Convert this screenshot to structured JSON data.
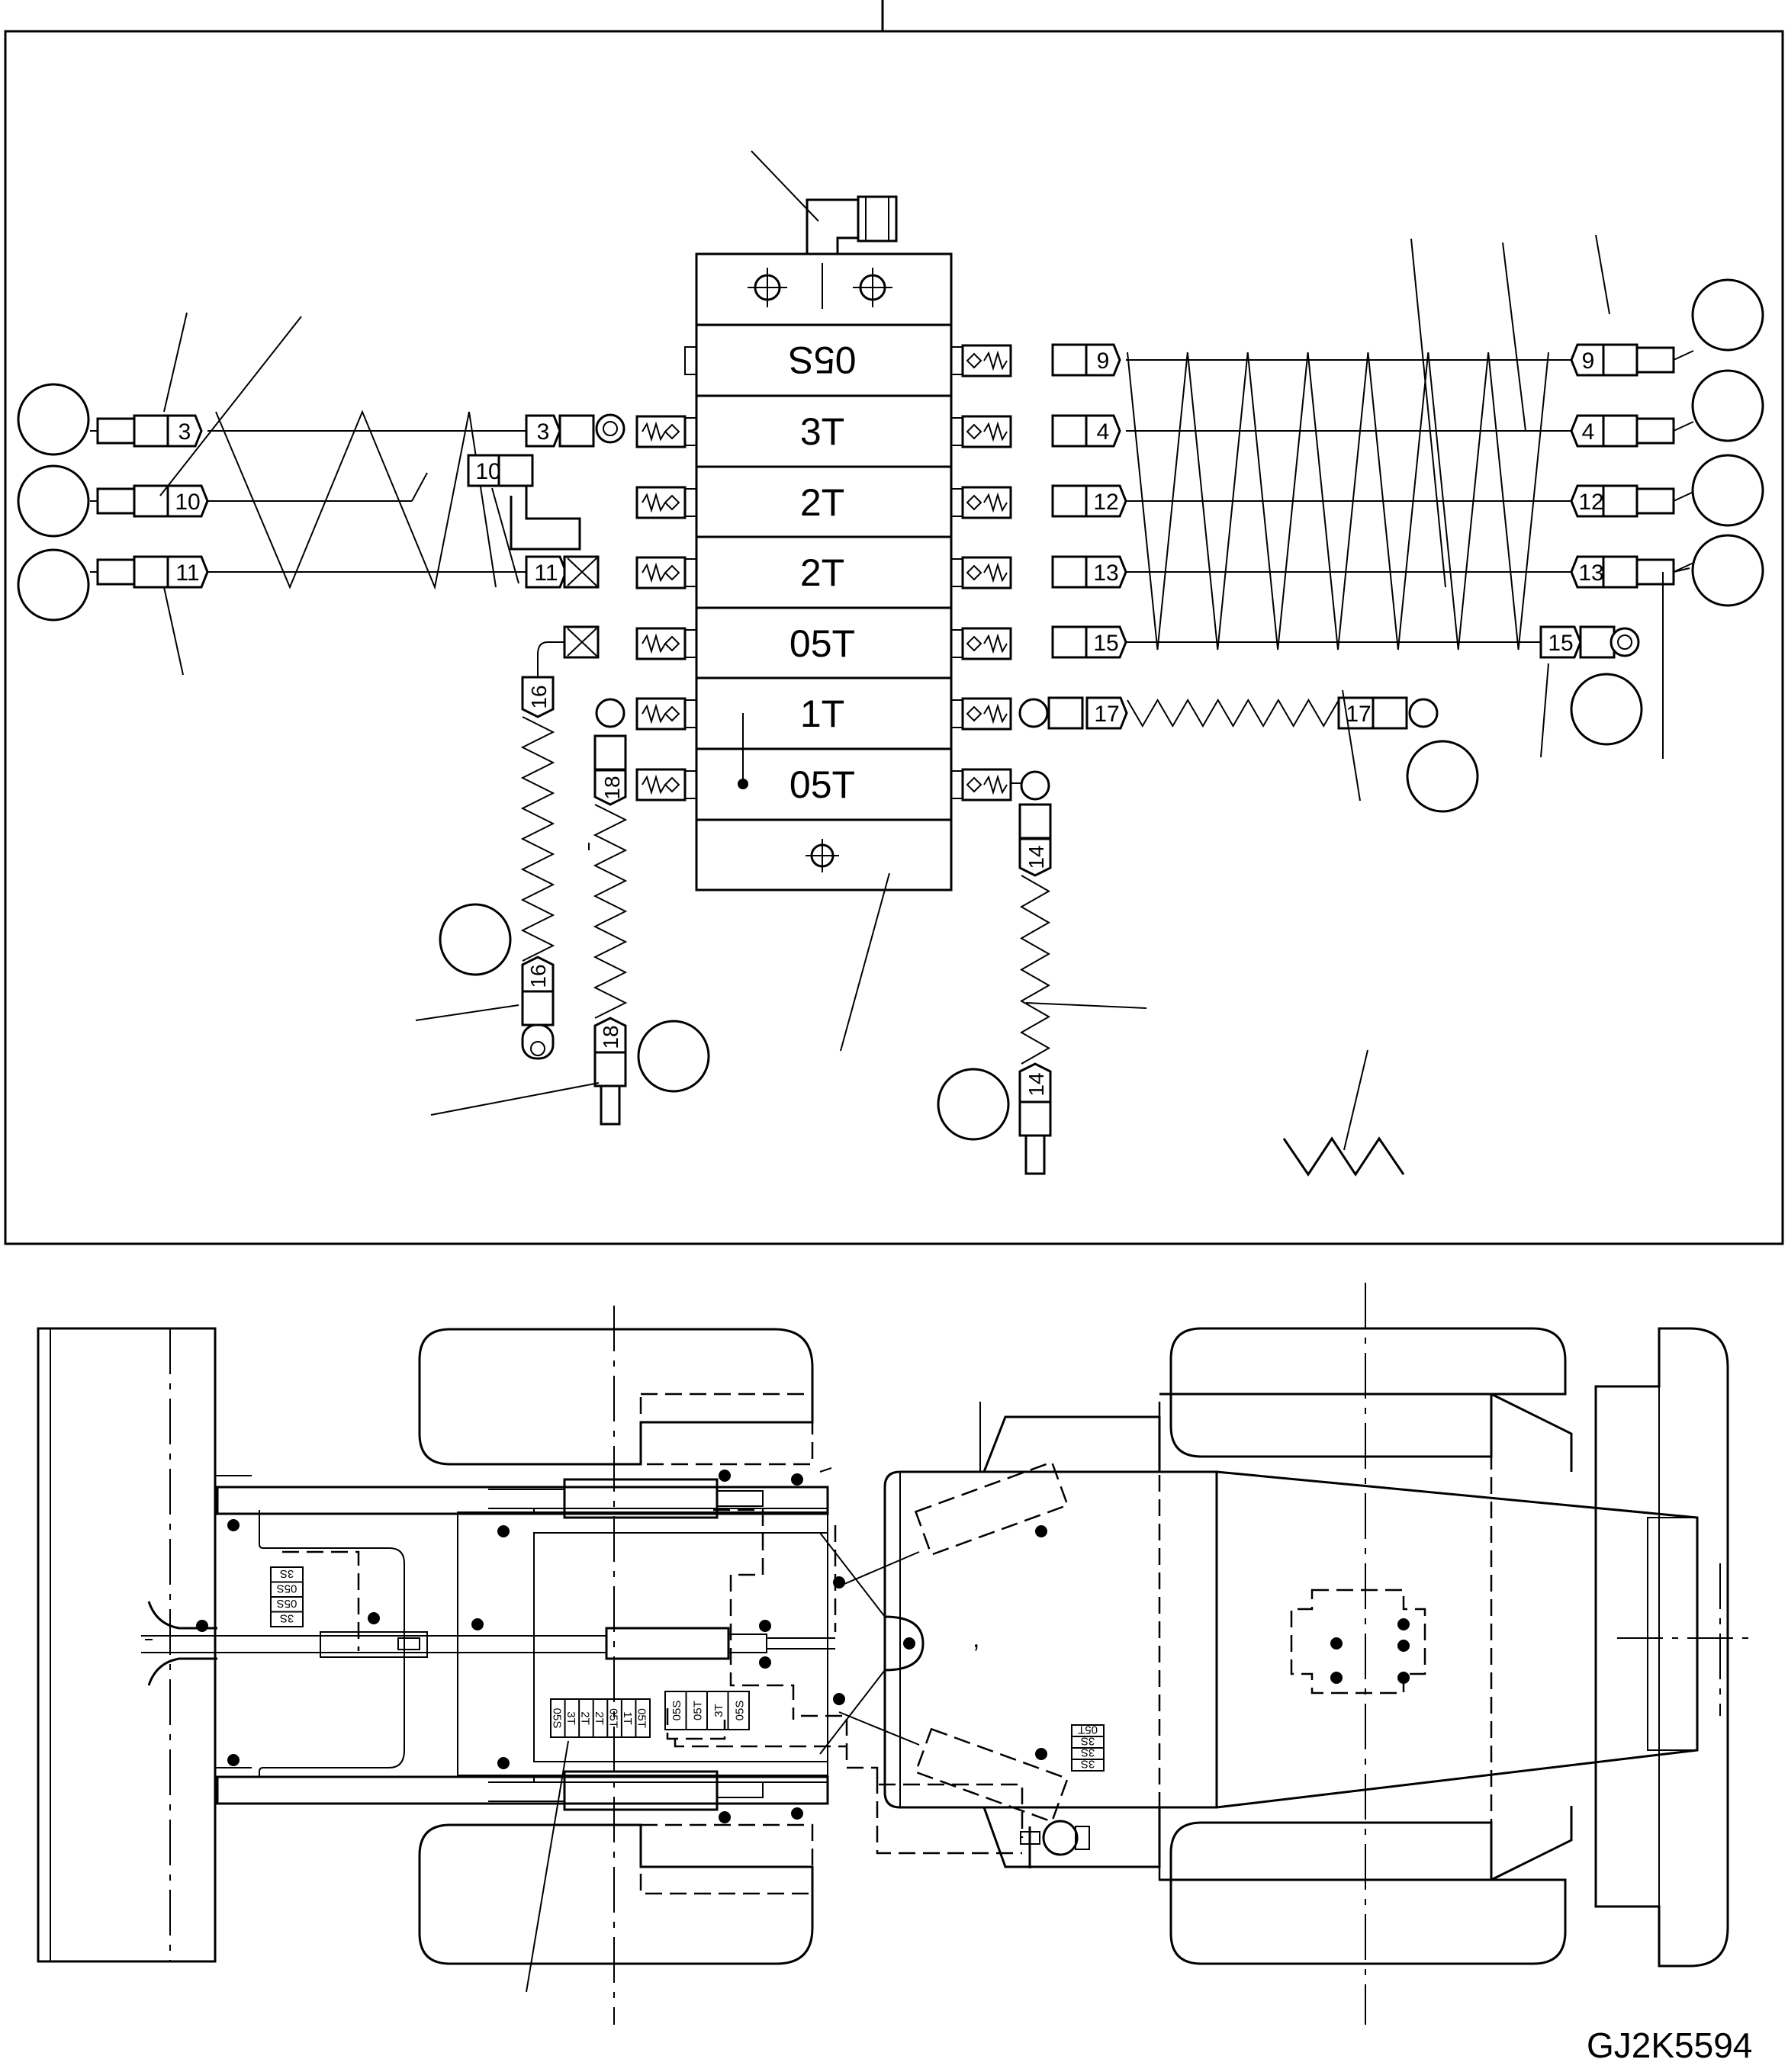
{
  "valve_sections": [
    {
      "label": "05S",
      "flipped": true
    },
    {
      "label": "3T",
      "flipped": false
    },
    {
      "label": "2T",
      "flipped": false
    },
    {
      "label": "2T",
      "flipped": false
    },
    {
      "label": "05T",
      "flipped": false
    },
    {
      "label": "1T",
      "flipped": false
    },
    {
      "label": "05T",
      "flipped": false
    }
  ],
  "hose_numbers": {
    "h3": "3",
    "h4": "4",
    "h9": "9",
    "h10": "10",
    "h11": "11",
    "h12": "12",
    "h13": "13",
    "h14": "14",
    "h15": "15",
    "h16": "16",
    "h17": "17",
    "h18": "18"
  },
  "labels_left_block": [
    "3S",
    "05S",
    "05S",
    "3S"
  ],
  "labels_center_block": [
    "05S",
    "3T",
    "2T",
    "2T",
    "05T",
    "1T",
    "05T"
  ],
  "labels_center_block_2": [
    "05S",
    "05T",
    "3T",
    "05S"
  ],
  "labels_right_block": [
    "05T",
    "3S",
    "3S",
    "3S"
  ],
  "mark": ",",
  "drawing_code": "GJ2K5594"
}
